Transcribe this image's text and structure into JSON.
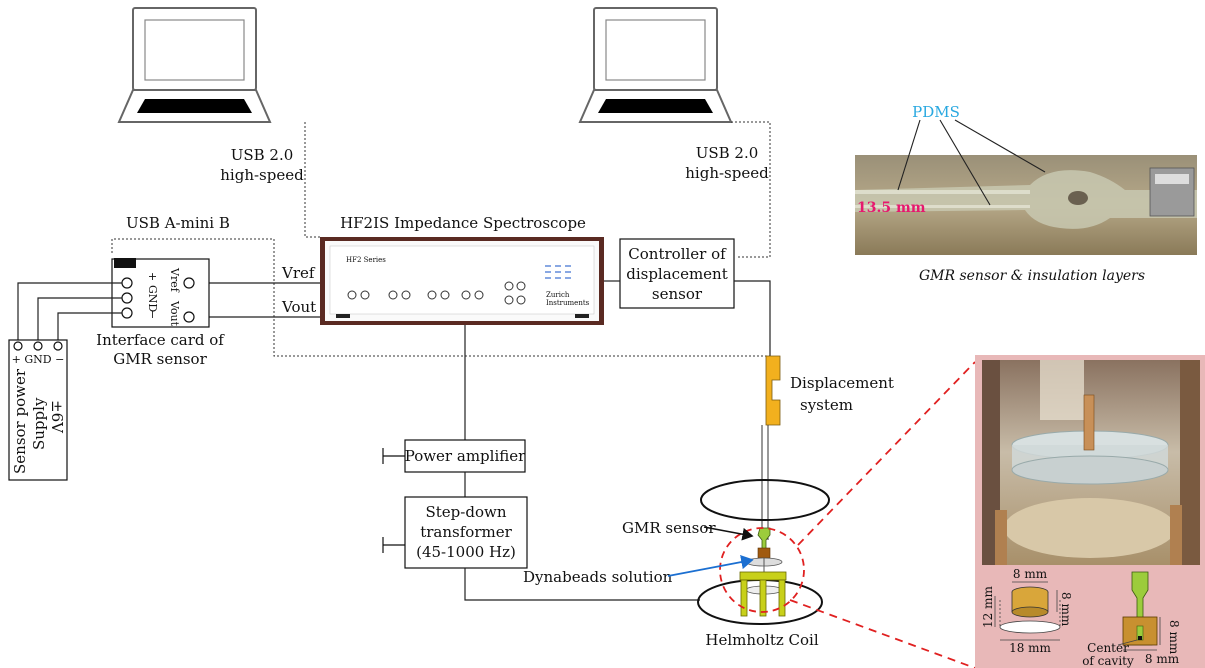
{
  "laptops": {
    "left_usb_line1": "USB 2.0",
    "left_usb_line2": "high-speed",
    "right_usb_line1": "USB 2.0",
    "right_usb_line2": "high-speed"
  },
  "spectroscope": {
    "title": "HF2IS Impedance Spectroscope",
    "brand_series": "HF2 Series",
    "brand_name_line1": "Zurich",
    "brand_name_line2": "Instruments",
    "vref_label": "Vref",
    "vout_label": "Vout"
  },
  "interface_card": {
    "usb_label": "USB A-mini B",
    "caption_line1": "Interface card of",
    "caption_line2": "GMR sensor",
    "pin_plus": "+",
    "pin_gnd": "GND",
    "pin_minus": "−",
    "pin_vref": "Vref",
    "pin_vout": "Vout"
  },
  "power_supply": {
    "terminals": "+ GND −",
    "label_line1": "Sensor power",
    "label_line2": "Supply",
    "label_line3": "±6V"
  },
  "controller": {
    "line1": "Controller of",
    "line2": "displacement",
    "line3": "sensor"
  },
  "displacement": {
    "line1": "Displacement",
    "line2": "system"
  },
  "power_amplifier": "Power amplifier",
  "transformer": {
    "line1": "Step-down",
    "line2": "transformer",
    "line3": "(45-1000 Hz)"
  },
  "gmr_sensor_label": "GMR sensor",
  "dynabeads_label": "Dynabeads solution",
  "helmholtz_label": "Helmholtz Coil",
  "photo": {
    "pdms_label": "PDMS",
    "dimension": "13.5 mm",
    "caption": "GMR sensor & insulation layers"
  },
  "detail": {
    "top_width": "8 mm",
    "height_right": "8 mm",
    "height_left": "12 mm",
    "bottom_width": "18 mm",
    "sensor_height": "8 mm",
    "sensor_width": "8 mm",
    "center_line1": "Center",
    "center_line2": "of cavity"
  },
  "colors": {
    "pdms_label": "#29a8e0",
    "dimension_text": "#e6186e",
    "zoom_dash": "#e02020",
    "displacement_orange": "#f2b01e",
    "sensor_green": "#9ccc3c",
    "detail_panel_bg": "#e8b8b8",
    "dynabeads_arrow": "#1b6fd1",
    "spectroscope_border": "#5a2a22"
  }
}
